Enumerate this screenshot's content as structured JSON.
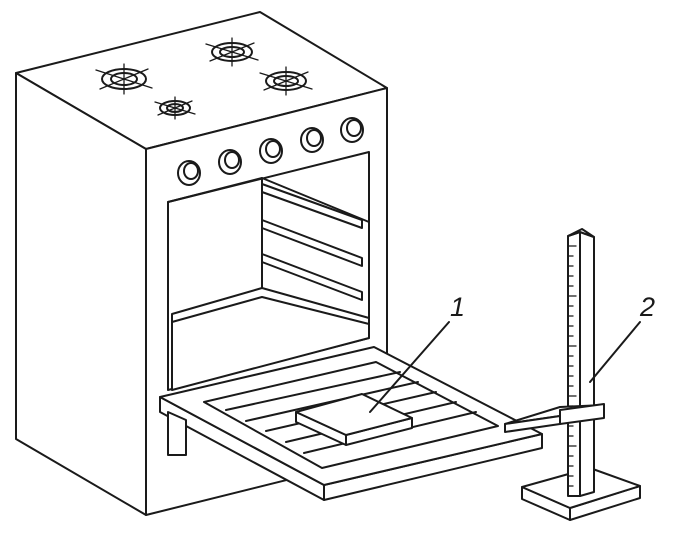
{
  "labels": {
    "item_1": "1",
    "item_2": "2"
  },
  "stove": {
    "burner_count": 4,
    "knob_count": 5,
    "rack_rail_count": 3
  },
  "colors": {
    "line": "#1a1a1a",
    "background": "#ffffff"
  }
}
